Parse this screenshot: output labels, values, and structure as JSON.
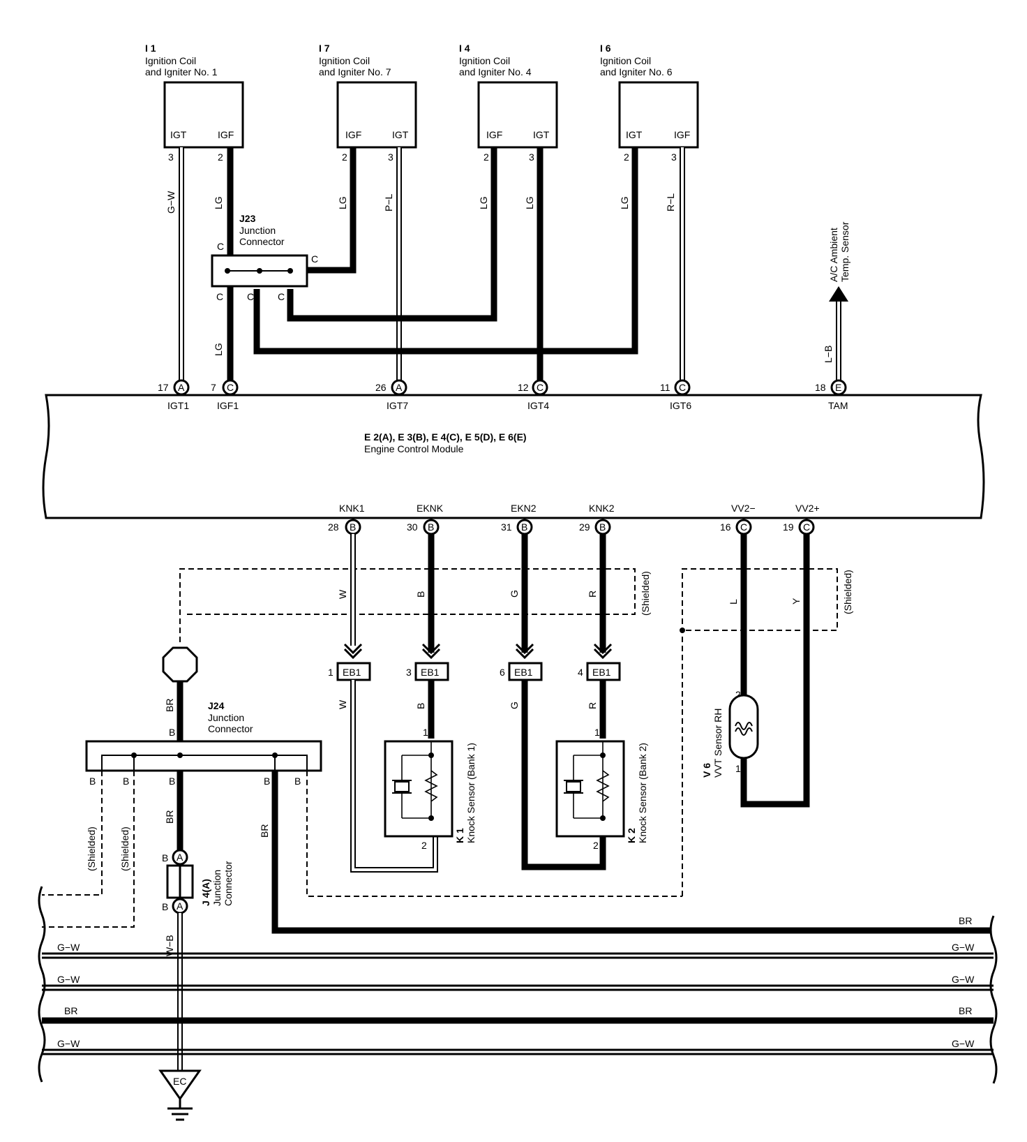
{
  "components": {
    "i1": {
      "code": "I 1",
      "name_line1": "Ignition Coil",
      "name_line2": "and Igniter No. 1",
      "pin_left": "IGT",
      "pin_right": "IGF"
    },
    "i7": {
      "code": "I 7",
      "name_line1": "Ignition Coil",
      "name_line2": "and Igniter No. 7",
      "pin_left": "IGF",
      "pin_right": "IGT"
    },
    "i4": {
      "code": "I 4",
      "name_line1": "Ignition Coil",
      "name_line2": "and Igniter No. 4",
      "pin_left": "IGF",
      "pin_right": "IGT"
    },
    "i6": {
      "code": "I 6",
      "name_line1": "Ignition Coil",
      "name_line2": "and Igniter No. 6",
      "pin_left": "IGT",
      "pin_right": "IGF"
    },
    "j23": {
      "code": "J23",
      "name_line1": "Junction",
      "name_line2": "Connector",
      "pin_letter": "C"
    },
    "j24": {
      "code": "J24",
      "name_line1": "Junction",
      "name_line2": "Connector",
      "pin_letter": "B"
    },
    "j4": {
      "code": "J 4(A)",
      "name_line1": "Junction",
      "name_line2": "Connector",
      "pin_letter": "B",
      "conn_letter": "A"
    },
    "ecm": {
      "title": "E 2(A), E 3(B), E 4(C), E 5(D), E 6(E)",
      "subtitle": "Engine Control Module"
    },
    "k1": {
      "code": "K 1",
      "name": "Knock Sensor (Bank 1)",
      "pin1": "1",
      "pin2": "2"
    },
    "k2": {
      "code": "K 2",
      "name": "Knock Sensor (Bank 2)",
      "pin1": "1",
      "pin2": "2"
    },
    "v6": {
      "code": "V 6",
      "name": "VVT Sensor RH",
      "pin1": "1",
      "pin2": "2"
    },
    "ac": {
      "line1": "A/C Ambient",
      "line2": "Temp. Sensor"
    },
    "eb1": "EB1",
    "ground": "EC"
  },
  "pin_numbers": {
    "i1_left": "3",
    "i1_right": "2",
    "i7_left": "2",
    "i7_right": "3",
    "i4_left": "2",
    "i4_right": "3",
    "i6_left": "2",
    "i6_right": "3"
  },
  "ecm_pins_top": [
    {
      "num": "17",
      "conn": "A",
      "label": "IGT1"
    },
    {
      "num": "7",
      "conn": "C",
      "label": "IGF1"
    },
    {
      "num": "26",
      "conn": "A",
      "label": "IGT7"
    },
    {
      "num": "12",
      "conn": "C",
      "label": "IGT4"
    },
    {
      "num": "11",
      "conn": "C",
      "label": "IGT6"
    },
    {
      "num": "18",
      "conn": "E",
      "label": "TAM"
    }
  ],
  "ecm_pins_bottom": [
    {
      "num": "28",
      "conn": "B",
      "label": "KNK1"
    },
    {
      "num": "30",
      "conn": "B",
      "label": "EKNK"
    },
    {
      "num": "31",
      "conn": "B",
      "label": "EKN2"
    },
    {
      "num": "29",
      "conn": "B",
      "label": "KNK2"
    },
    {
      "num": "16",
      "conn": "C",
      "label": "VV2−"
    },
    {
      "num": "19",
      "conn": "C",
      "label": "VV2+"
    }
  ],
  "eb1_pins": [
    "1",
    "3",
    "6",
    "4"
  ],
  "wire_colors": {
    "gw": "G−W",
    "lg": "LG",
    "pl": "P−L",
    "rl": "R−L",
    "lb": "L−B",
    "w": "W",
    "b": "B",
    "g": "G",
    "r": "R",
    "l": "L",
    "y": "Y",
    "br": "BR",
    "wb": "W−B"
  },
  "shielded": "(Shielded)",
  "bus_labels": [
    "BR",
    "G−W",
    "G−W",
    "BR",
    "G−W"
  ]
}
